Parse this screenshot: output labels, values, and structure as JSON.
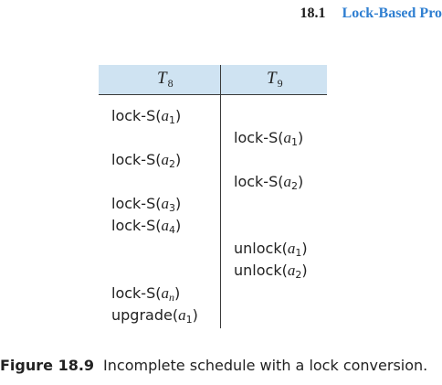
{
  "running_header": {
    "section_number": "18.1",
    "section_title": "Lock-Based Pro"
  },
  "schedule": {
    "columns": [
      {
        "letter": "T",
        "subscript": "8"
      },
      {
        "letter": "T",
        "subscript": "9"
      }
    ],
    "t8_ops": [
      {
        "op": "lock-S",
        "var": "a",
        "sub": "1"
      },
      {
        "op": "lock-S",
        "var": "a",
        "sub": "2"
      },
      {
        "op": "lock-S",
        "var": "a",
        "sub": "3"
      },
      {
        "op": "lock-S",
        "var": "a",
        "sub": "4"
      },
      {
        "op": "lock-S",
        "var": "a",
        "sub": "n"
      },
      {
        "op": "upgrade",
        "var": "a",
        "sub": "1"
      }
    ],
    "t9_ops": [
      {
        "op": "lock-S",
        "var": "a",
        "sub": "1"
      },
      {
        "op": "lock-S",
        "var": "a",
        "sub": "2"
      },
      {
        "op": "unlock",
        "var": "a",
        "sub": "1"
      },
      {
        "op": "unlock",
        "var": "a",
        "sub": "2"
      }
    ]
  },
  "caption": {
    "label": "Figure 18.9",
    "text": "Incomplete schedule with a lock conversion."
  }
}
